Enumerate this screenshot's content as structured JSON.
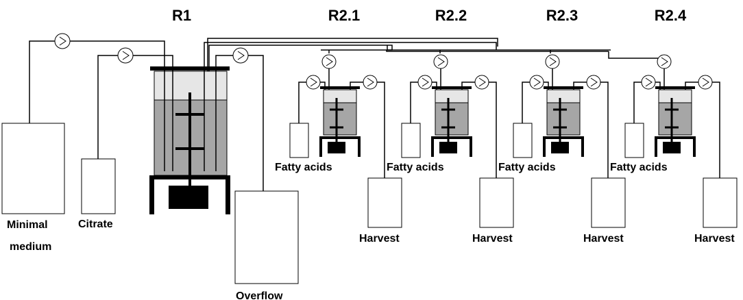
{
  "reactors": {
    "main": "R1",
    "r2_1": "R2.1",
    "r2_2": "R2.2",
    "r2_3": "R2.3",
    "r2_4": "R2.4"
  },
  "vessels": {
    "minimal_medium_line1": "Minimal",
    "minimal_medium_line2": "medium",
    "citrate": "Citrate",
    "overflow": "Overflow",
    "fatty_acids": "Fatty acids",
    "harvest": "Harvest"
  },
  "colors": {
    "liquid": "#a6a6a6",
    "headspace": "#e6e6e6",
    "line": "#000000",
    "stand": "#000000"
  },
  "icons": {
    "pump": "pump-icon",
    "stirrer": "stirrer-icon"
  }
}
